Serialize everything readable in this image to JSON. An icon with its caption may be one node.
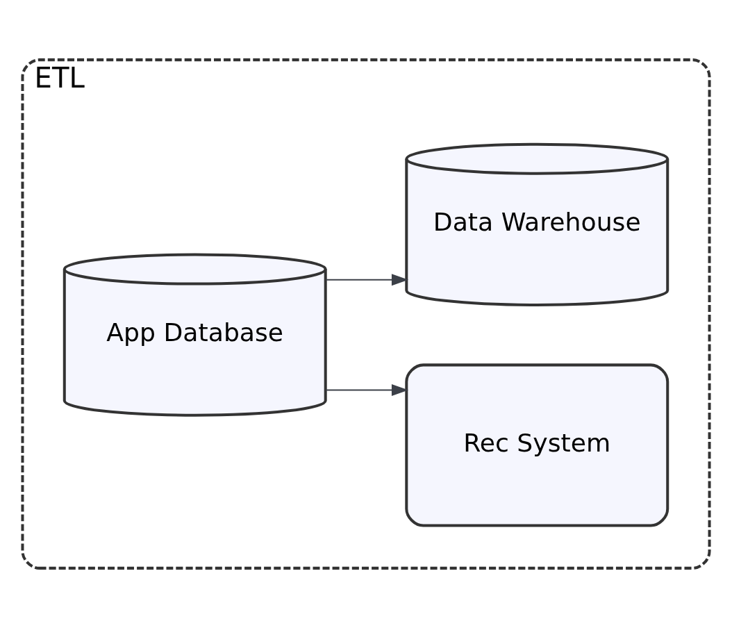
{
  "diagram": {
    "nodes": [
      {
        "text": [
          "ETL"
        ]
      },
      {
        "text": [
          "App Database"
        ],
        "in": 0
      },
      {
        "text": [
          "Rec System"
        ],
        "in": 0
      },
      {
        "text": [
          "Data Warehouse"
        ],
        "in": 0
      }
    ],
    "edges": [
      {
        "from": 1,
        "to": 2,
        "arrow": "to"
      },
      {
        "from": 1,
        "to": 3,
        "arrow": "to"
      }
    ]
  }
}
